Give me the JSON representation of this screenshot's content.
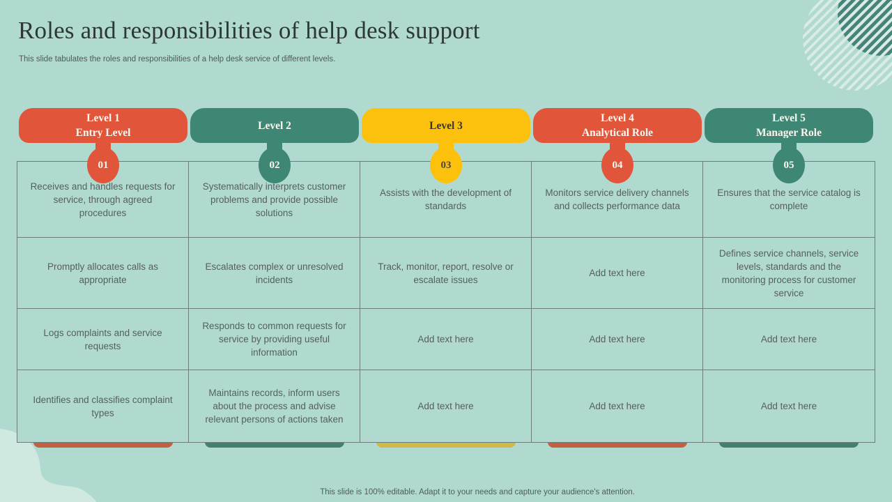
{
  "slide": {
    "title": "Roles and responsibilities of help desk support",
    "subtitle": "This slide tabulates the roles and responsibilities of a help desk service of different levels.",
    "footer": "This slide is 100% editable. Adapt it to your needs and capture your audience's attention."
  },
  "colors": {
    "background": "#b0dacf",
    "blob": "#cfe9e0",
    "orange": "#e1553b",
    "teal": "#3e8775",
    "yellow": "#fcc10d",
    "cap_orange": "#c2603f",
    "cap_teal": "#44806f",
    "cap_yellow": "#cfb94a",
    "grid_line": "#6b7e7b",
    "title_text": "#2c3736",
    "body_text": "#555f5e"
  },
  "columns": [
    {
      "title_line1": "Level 1",
      "title_line2": "Entry Level",
      "number": "01",
      "color": "orange",
      "cells": [
        "Receives and handles requests for service, through agreed procedures",
        "Promptly allocates calls as appropriate",
        "Logs complaints and service requests",
        "Identifies and classifies complaint types"
      ]
    },
    {
      "title_line1": "Level 2",
      "title_line2": "",
      "number": "02",
      "color": "teal",
      "cells": [
        "Systematically interprets customer problems and provide possible solutions",
        "Escalates complex or unresolved incidents",
        "Responds to common requests for service by providing useful information",
        "Maintains records, inform users about the process and advise relevant persons of actions taken"
      ]
    },
    {
      "title_line1": "Level 3",
      "title_line2": "",
      "number": "03",
      "color": "yellow",
      "cells": [
        "Assists with the development of standards",
        "Track, monitor, report, resolve or escalate issues",
        "Add text here",
        "Add text here"
      ]
    },
    {
      "title_line1": "Level 4",
      "title_line2": "Analytical Role",
      "number": "04",
      "color": "orange",
      "cells": [
        "Monitors service delivery channels and collects performance data",
        "Add text here",
        "Add text here",
        "Add text here"
      ]
    },
    {
      "title_line1": "Level 5",
      "title_line2": "Manager Role",
      "number": "05",
      "color": "teal",
      "cells": [
        "Ensures that the service catalog is complete",
        "Defines service channels, service levels, standards and the monitoring process for customer service",
        "Add text here",
        "Add text here"
      ]
    }
  ]
}
